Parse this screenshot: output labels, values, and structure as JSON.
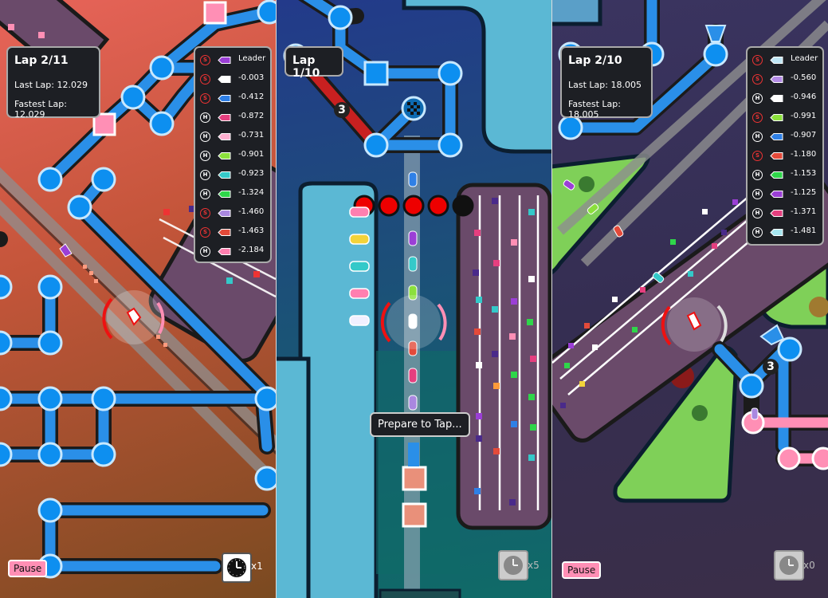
{
  "screens": [
    {
      "lap_label": "Lap 2/11",
      "last_lap": "Last Lap: 12.029",
      "fastest_lap": "Fastest Lap: 12.029",
      "pause_label": "Pause",
      "speed_multiplier": "x1",
      "leaderboard": [
        {
          "badge": "S",
          "value": "Leader",
          "car_color": "#9b3fd6"
        },
        {
          "badge": "S",
          "value": "-0.003",
          "car_color": "#ffffff"
        },
        {
          "badge": "S",
          "value": "-0.412",
          "car_color": "#2f80e6"
        },
        {
          "badge": "H",
          "value": "-0.872",
          "car_color": "#e53f7f"
        },
        {
          "badge": "H",
          "value": "-0.731",
          "car_color": "#ffb0d0"
        },
        {
          "badge": "H",
          "value": "-0.901",
          "car_color": "#8be03c"
        },
        {
          "badge": "H",
          "value": "-0.923",
          "car_color": "#34c9c9"
        },
        {
          "badge": "H",
          "value": "-1.324",
          "car_color": "#2fd64a"
        },
        {
          "badge": "S",
          "value": "-1.460",
          "car_color": "#a987e0"
        },
        {
          "badge": "S",
          "value": "-1.463",
          "car_color": "#e34a3a"
        },
        {
          "badge": "H",
          "value": "-2.184",
          "car_color": "#ff7fb0"
        }
      ]
    },
    {
      "lap_label": "Lap 1/10",
      "prompt": "Prepare to Tap...",
      "speed_multiplier": "x5",
      "track_marker": "3"
    },
    {
      "lap_label": "Lap 2/10",
      "last_lap": "Last Lap: 18.005",
      "fastest_lap": "Fastest Lap: 18.005",
      "pause_label": "Pause",
      "speed_multiplier": "x0",
      "track_marker": "3",
      "leaderboard": [
        {
          "badge": "S",
          "value": "Leader",
          "car_color": "#bfe6f5"
        },
        {
          "badge": "S",
          "value": "-0.560",
          "car_color": "#b58de6"
        },
        {
          "badge": "H",
          "value": "-0.946",
          "car_color": "#ffffff"
        },
        {
          "badge": "S",
          "value": "-0.991",
          "car_color": "#8be03c"
        },
        {
          "badge": "H",
          "value": "-0.907",
          "car_color": "#2f80e6"
        },
        {
          "badge": "S",
          "value": "-1.180",
          "car_color": "#e34a3a"
        },
        {
          "badge": "H",
          "value": "-1.153",
          "car_color": "#2fd64a"
        },
        {
          "badge": "H",
          "value": "-1.125",
          "car_color": "#9b3fd6"
        },
        {
          "badge": "H",
          "value": "-1.371",
          "car_color": "#e53f7f"
        },
        {
          "badge": "H",
          "value": "-1.481",
          "car_color": "#a6e6f0"
        }
      ]
    }
  ]
}
